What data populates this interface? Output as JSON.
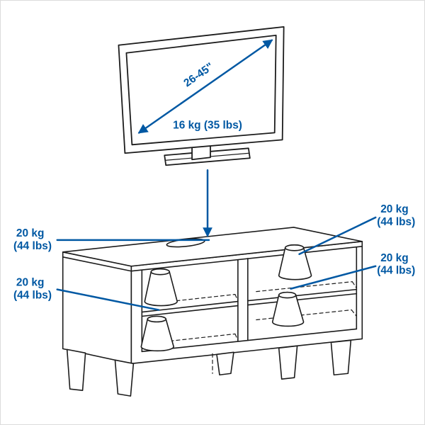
{
  "colors": {
    "accent_blue": "#0058a3",
    "line_art": "#1c1c1c",
    "background": "#ffffff"
  },
  "tv": {
    "screen_size_label": "26-45\"",
    "max_weight_label": "16 kg (35 lbs)"
  },
  "bench": {
    "load_labels": {
      "top_left": {
        "line1": "20 kg",
        "line2": "(44 lbs)"
      },
      "bottom_left": {
        "line1": "20 kg",
        "line2": "(44 lbs)"
      },
      "top_right": {
        "line1": "20 kg",
        "line2": "(44 lbs)"
      },
      "bottom_right": {
        "line1": "20 kg",
        "line2": "(44 lbs)"
      }
    }
  }
}
